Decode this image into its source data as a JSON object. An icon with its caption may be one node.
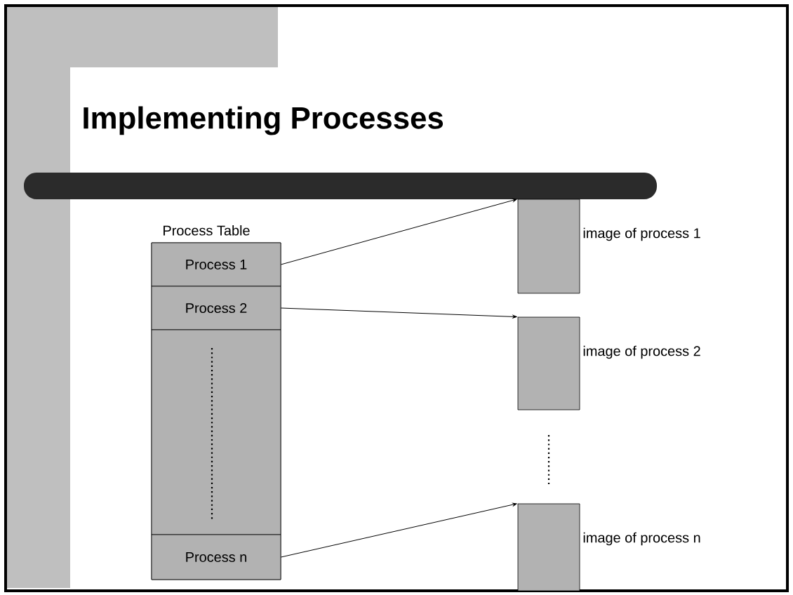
{
  "diagram": {
    "title": "Implementing Processes",
    "nodes": [
      {
        "text": [
          "Process Table"
        ]
      },
      {
        "text": [
          "Process 1"
        ],
        "in": 0
      },
      {
        "text": [
          "Process 2"
        ],
        "in": 0
      },
      {
        "text": [],
        "shape": "box",
        "in": 0
      },
      {
        "text": [
          "Process n"
        ],
        "in": 0
      },
      {
        "text": [],
        "shape": "box",
        "beside": [
          "image of process 1"
        ]
      },
      {
        "text": [],
        "shape": "box",
        "beside": [
          "image of process 2"
        ]
      },
      {
        "text": [],
        "shape": "box",
        "beside": [
          "image of process n"
        ]
      }
    ],
    "edges": [
      {
        "from": 1,
        "to": 5,
        "arrow": "to"
      },
      {
        "from": 2,
        "to": 6,
        "arrow": "to"
      },
      {
        "from": 4,
        "to": 7,
        "arrow": "to"
      }
    ]
  }
}
